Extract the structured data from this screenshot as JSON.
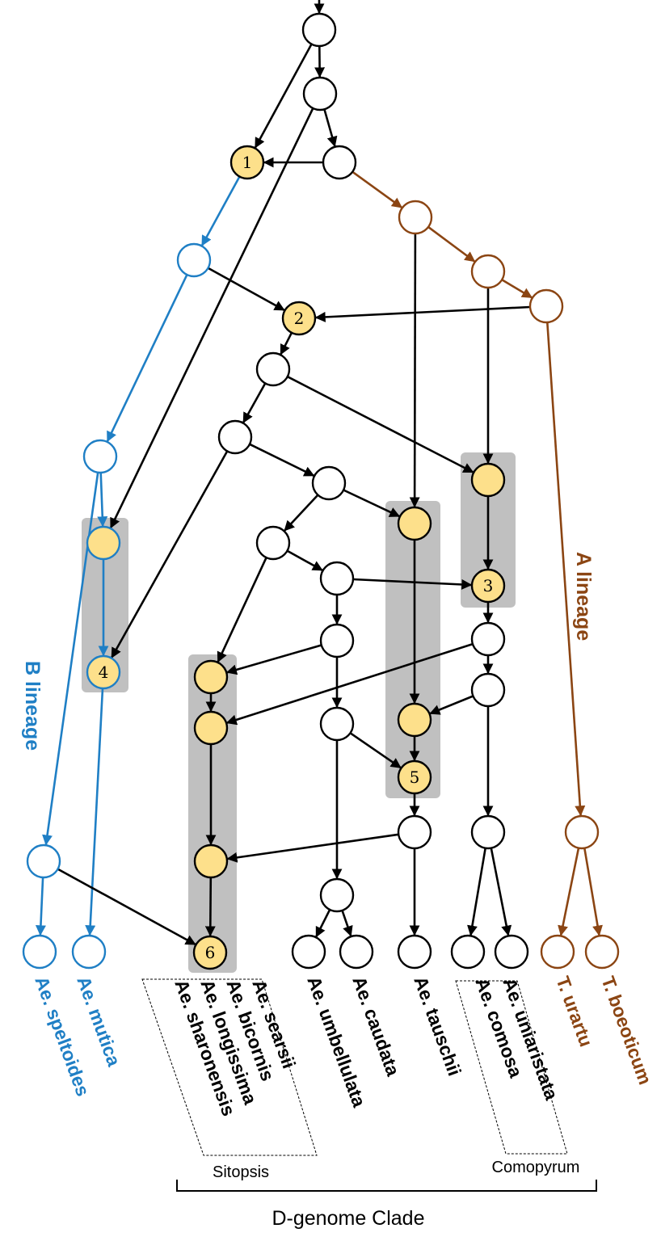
{
  "colors": {
    "black": "#000000",
    "blue": "#1f7fc5",
    "brown": "#8b4513",
    "highlight": "#fde08b",
    "box": "#c0c0c0"
  },
  "events": [
    "1",
    "2",
    "3",
    "4",
    "5",
    "6"
  ],
  "lineages": {
    "b": "B lineage",
    "a": "A lineage"
  },
  "species": {
    "speltoides": "Ae. speltoides",
    "mutica": "Ae. mutica",
    "searsii": "Ae. searsii",
    "bicornis": "Ae. bicornis",
    "longissima": "Ae. longissima",
    "sharonensis": "Ae. sharonensis",
    "umbellulata": "Ae. umbellulata",
    "caudata": "Ae. caudata",
    "tauschii": "Ae. tauschii",
    "uniaristata": "Ae. uniaristata",
    "comosa": "Ae. comosa",
    "urartu": "T. urartu",
    "boeoticum": "T. boeoticum"
  },
  "groups": {
    "sitopsis": "Sitopsis",
    "comopyrum": "Comopyrum"
  },
  "clade": "D-genome Clade"
}
